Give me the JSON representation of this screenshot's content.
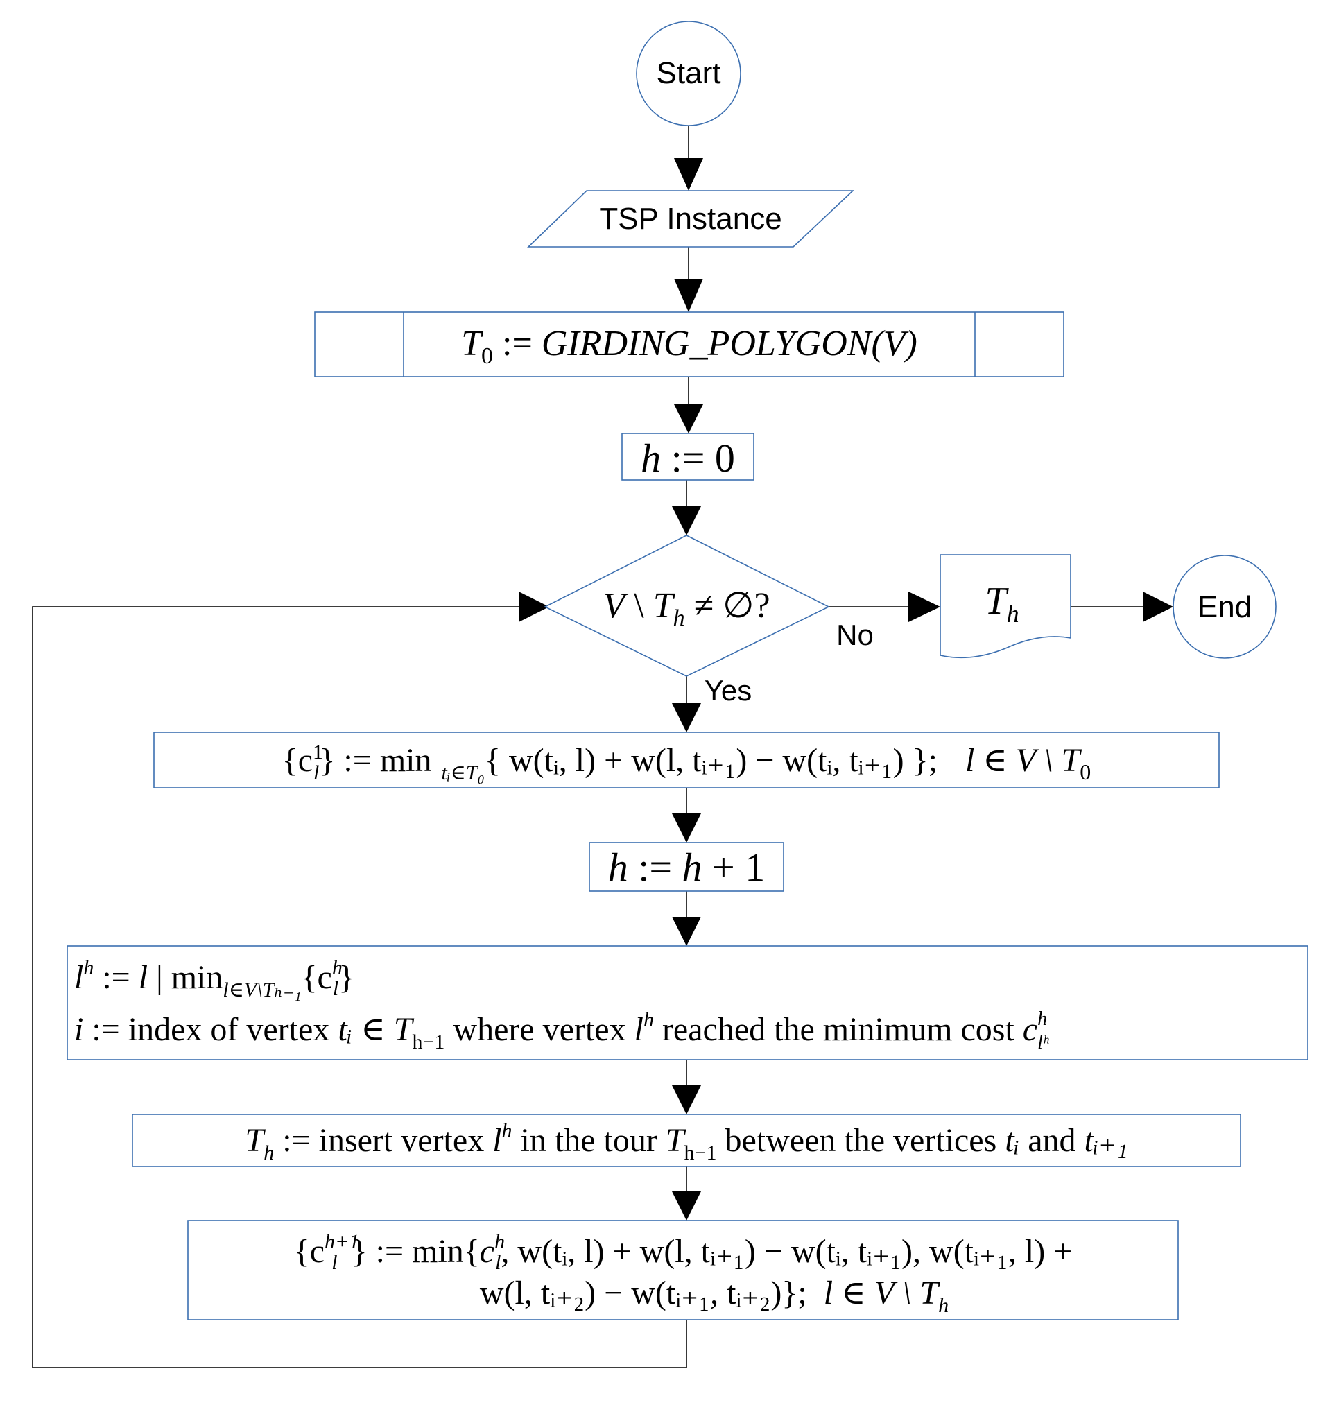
{
  "diagram": {
    "start_label": "Start",
    "input_label": "TSP Instance",
    "step_girding": {
      "lhs": "T",
      "lhs_sub": "0",
      "assign": " := ",
      "func": "GIRDING_POLYGON(V)"
    },
    "step_h0": {
      "var": "h",
      "rest": " := 0"
    },
    "decision": {
      "a": "V",
      "b": " \\ ",
      "c": "T",
      "c_sub": "h",
      "d": " ≠ ∅?"
    },
    "yes_label": "Yes",
    "no_label": "No",
    "output": {
      "var": "T",
      "sub": "h"
    },
    "end_label": "End",
    "step_c1": {
      "p1": "{c",
      "p1_sup": "1",
      "p1_sub": "l",
      "p2": "} := min",
      "p3_sub": "tᵢ∈T₀",
      "p4": "{ w(tᵢ, l) + w(l, tᵢ₊₁) − w(tᵢ, tᵢ₊₁) };",
      "p5": "l ∈ V \\ T",
      "p5_sub": "0"
    },
    "step_inc": {
      "var": "h",
      "rest": " := ",
      "var2": "h",
      "rest2": " + 1"
    },
    "step_select": {
      "line1_a": "l",
      "line1_a_sup": "h",
      "line1_b": " := ",
      "line1_c": "l",
      "line1_d": " | min",
      "line1_d_sub": "l∈V\\Tₕ₋₁",
      "line1_e": "{c",
      "line1_e_sup": "h",
      "line1_e_sub": "l",
      "line1_f": "}",
      "line2_a": "i",
      "line2_b": " := index of vertex ",
      "line2_c": "tᵢ",
      "line2_d": " ∈ ",
      "line2_e": "T",
      "line2_e_sub": "h−1",
      "line2_f": " where vertex ",
      "line2_g": "l",
      "line2_g_sup": "h",
      "line2_h": " reached the minimum cost ",
      "line2_i": "c",
      "line2_i_sup": "h",
      "line2_i_sub": "lʰ"
    },
    "step_insert": {
      "a": "T",
      "a_sub": "h",
      "b": " := insert vertex ",
      "c": "l",
      "c_sup": "h",
      "d": " in the tour ",
      "e": "T",
      "e_sub": "h−1",
      "f": " between the vertices ",
      "g": "tᵢ",
      "h": " and ",
      "i": "tᵢ₊₁"
    },
    "step_update": {
      "line1_a": "{c",
      "line1_a_sup": "h+1",
      "line1_a_sub": "l",
      "line1_b": "} := min{",
      "line1_c": "c",
      "line1_c_sup": "h",
      "line1_c_sub": "l",
      "line1_d": ", w(tᵢ, l) + w(l, tᵢ₊₁) − w(tᵢ, tᵢ₊₁), w(tᵢ₊₁, l) +",
      "line2_a": "w(l, tᵢ₊₂) − w(tᵢ₊₁, tᵢ₊₂)};",
      "line2_b": "l ∈ V \\ T",
      "line2_b_sub": "h"
    }
  }
}
